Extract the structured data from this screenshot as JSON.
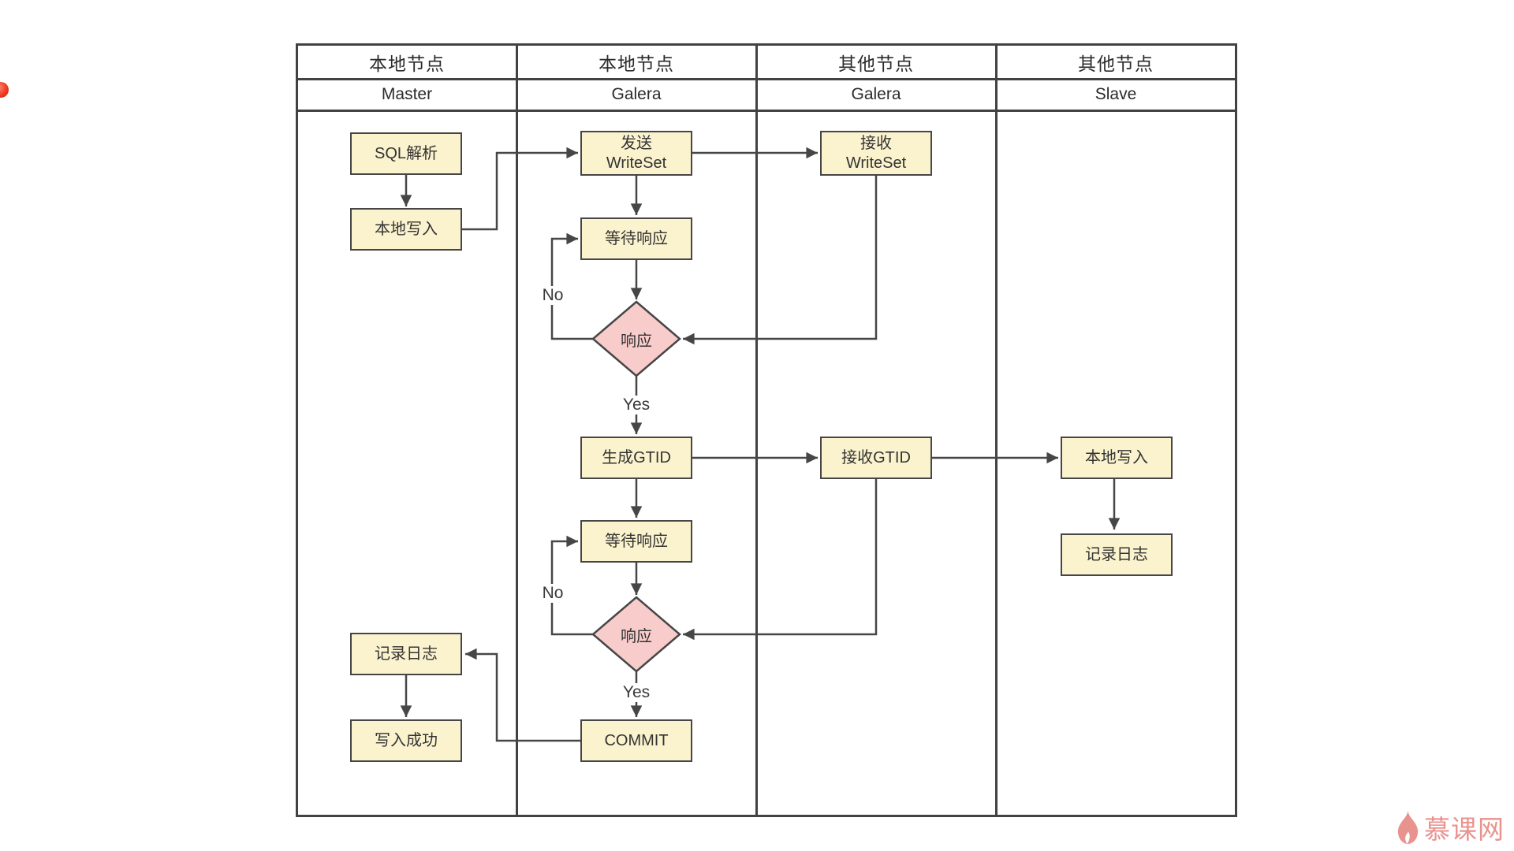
{
  "lanes": {
    "headers": [
      {
        "group": "本地节点",
        "role": "Master"
      },
      {
        "group": "本地节点",
        "role": "Galera"
      },
      {
        "group": "其他节点",
        "role": "Galera"
      },
      {
        "group": "其他节点",
        "role": "Slave"
      }
    ]
  },
  "nodes": {
    "sql_parse": {
      "label": "SQL解析",
      "type": "process",
      "lane": "Master"
    },
    "local_write_master": {
      "label": "本地写入",
      "type": "process",
      "lane": "Master"
    },
    "log_master": {
      "label": "记录日志",
      "type": "process",
      "lane": "Master"
    },
    "write_success": {
      "label": "写入成功",
      "type": "process",
      "lane": "Master"
    },
    "send_writeset": {
      "label": "发送\nWriteSet",
      "type": "process",
      "lane": "Galera-local"
    },
    "wait_response_1": {
      "label": "等待响应",
      "type": "process",
      "lane": "Galera-local"
    },
    "response_1": {
      "label": "响应",
      "type": "decision",
      "lane": "Galera-local"
    },
    "gen_gtid": {
      "label": "生成GTID",
      "type": "process",
      "lane": "Galera-local"
    },
    "wait_response_2": {
      "label": "等待响应",
      "type": "process",
      "lane": "Galera-local"
    },
    "response_2": {
      "label": "响应",
      "type": "decision",
      "lane": "Galera-local"
    },
    "commit": {
      "label": "COMMIT",
      "type": "process",
      "lane": "Galera-local"
    },
    "recv_writeset": {
      "label": "接收\nWriteSet",
      "type": "process",
      "lane": "Galera-other"
    },
    "recv_gtid": {
      "label": "接收GTID",
      "type": "process",
      "lane": "Galera-other"
    },
    "local_write_slave": {
      "label": "本地写入",
      "type": "process",
      "lane": "Slave"
    },
    "log_slave": {
      "label": "记录日志",
      "type": "process",
      "lane": "Slave"
    }
  },
  "edge_labels": {
    "no_1": "No",
    "yes_1": "Yes",
    "no_2": "No",
    "yes_2": "Yes"
  },
  "watermark": {
    "text": "慕课网",
    "icon": "flame-icon",
    "color": "#E9938E"
  },
  "colors": {
    "process_fill": "#FBF3CE",
    "decision_fill": "#F8CCCA",
    "stroke": "#464646",
    "table_border": "#424242",
    "text": "#333333",
    "watermark": "#E9938E",
    "marker_dot": "#EF3B22"
  }
}
